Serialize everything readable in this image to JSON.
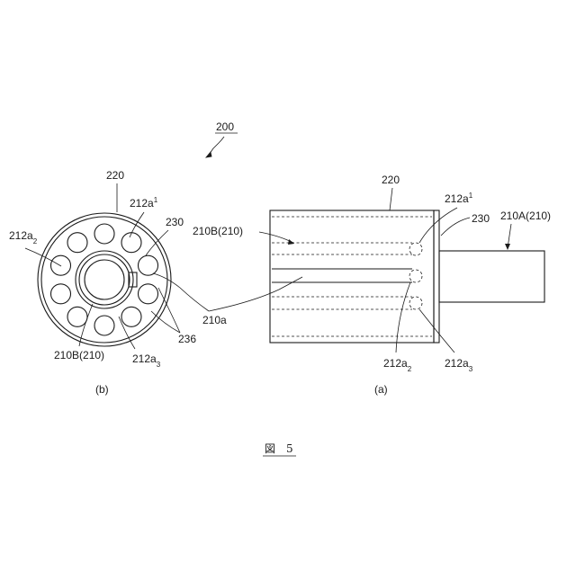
{
  "figure": {
    "ref_number": "200",
    "caption_text": "図　5"
  },
  "view_b": {
    "caption": "(b)",
    "labels": {
      "l220": "220",
      "l212a1_base": "212a",
      "l212a1_sub": "1",
      "l230": "230",
      "l212a2_base": "212a",
      "l212a2_sub": "2",
      "l210B": "210B(210)",
      "l212a3_base": "212a",
      "l212a3_sub": "3",
      "l236": "236"
    }
  },
  "view_a": {
    "caption": "(a)",
    "labels": {
      "l220": "220",
      "l212a1_base": "212a",
      "l212a1_sub": "1",
      "l230": "230",
      "l210A": "210A(210)",
      "l210B": "210B(210)",
      "l212a2_base": "212a",
      "l212a2_sub": "2",
      "l212a3_base": "212a",
      "l212a3_sub": "3"
    }
  },
  "shared_label": {
    "l210a": "210a"
  }
}
